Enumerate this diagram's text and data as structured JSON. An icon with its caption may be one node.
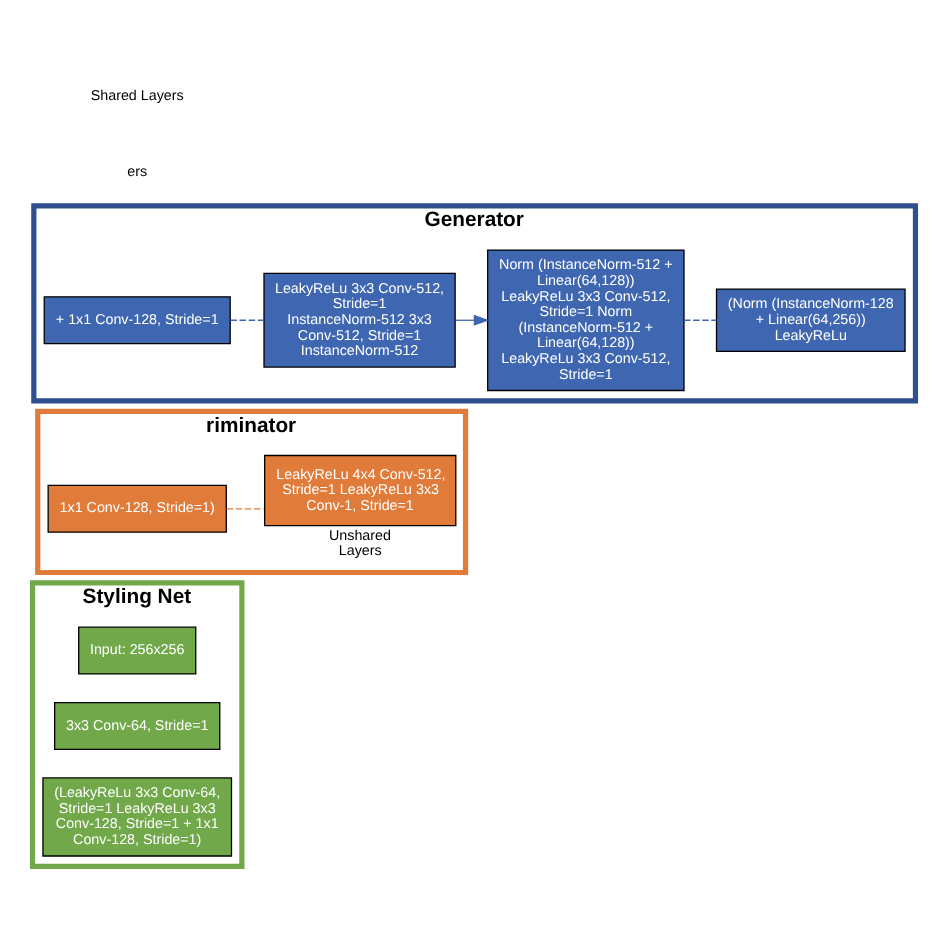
{
  "diagram": {
    "nodes": [
      {
        "text": [
          "Generator"
        ]
      },
      {
        "text": [
          "+ 1x1 Conv-128, Stride=1"
        ],
        "in": 0
      },
      {
        "text": [
          "LeakyReLu 3x3 Conv-512, Stride=1 InstanceNorm-512 3x3 Conv-512, Stride=1 InstanceNorm-512"
        ],
        "in": 0
      },
      {
        "text": [
          "Norm (InstanceNorm-512 + Linear(64,128)) LeakyReLu 3x3 Conv-512, Stride=1 Norm (InstanceNorm-512 + Linear(64,128)) LeakyReLu 3x3 Conv-512, Stride=1"
        ],
        "in": 0
      },
      {
        "text": [
          "(Norm (InstanceNorm-128 + Linear(64,256)) LeakyReLu"
        ],
        "in": 0
      },
      {
        "text": [
          "riminator"
        ]
      },
      {
        "text": [
          "1x1 Conv-128, Stride=1)"
        ],
        "in": 5
      },
      {
        "text": [
          "LeakyReLu 4x4 Conv-512, Stride=1 LeakyReLu 3x3 Conv-1, Stride=1"
        ],
        "in": 5,
        "beside": [
          "Unshared Layers"
        ]
      },
      {
        "text": [
          "Styling Net"
        ]
      },
      {
        "text": [
          "Input: 256x256"
        ],
        "in": 8
      },
      {
        "text": [
          "3x3 Conv-64, Stride=1"
        ],
        "in": 8
      },
      {
        "text": [
          "(LeakyReLu 3x3 Conv-64, Stride=1 LeakyReLu 3x3 Conv-128, Stride=1 + 1x1 Conv-128, Stride=1)"
        ],
        "in": 8
      }
    ],
    "edges": [
      {
        "from": 1,
        "to": 2,
        "arrow": "none",
        "style": "dashed"
      },
      {
        "from": 2,
        "to": 3,
        "arrow": "to"
      },
      {
        "from": 3,
        "to": 4,
        "arrow": "none",
        "style": "dashed"
      },
      {
        "from": 6,
        "to": 7,
        "arrow": "none",
        "style": "dashed",
        "color": "#e07b39"
      }
    ],
    "labels": [
      "ers",
      "Shared Layers"
    ]
  }
}
